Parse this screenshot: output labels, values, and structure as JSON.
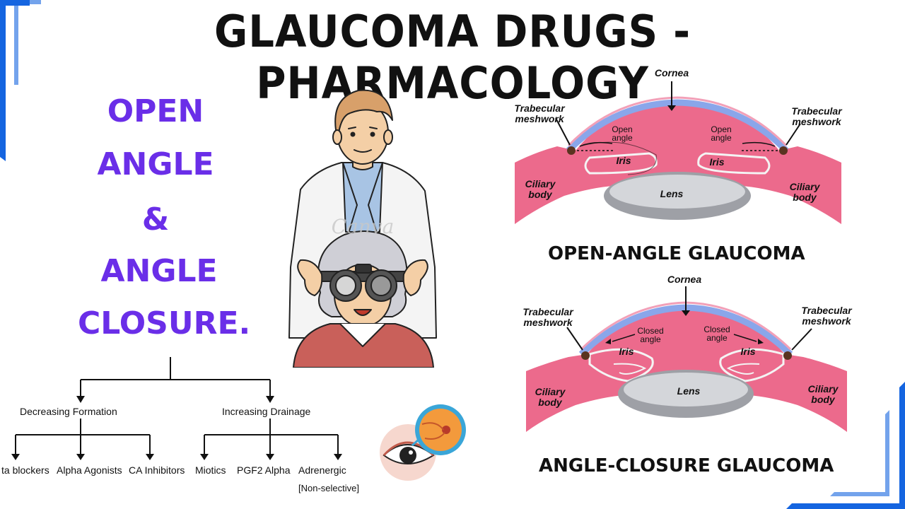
{
  "title": "GLAUCOMA DRUGS - PHARMACOLOGY",
  "left_words": [
    "OPEN",
    "ANGLE",
    "&",
    "ANGLE",
    "CLOSURE."
  ],
  "tree": {
    "branch_left": "Decreasing Formation",
    "branch_right": "Increasing Drainage",
    "leaves_left": [
      "ta blockers",
      "Alpha Agonists",
      "CA Inhibitors"
    ],
    "leaves_right": [
      "Miotics",
      "PGF2 Alpha",
      "Adrenergic"
    ],
    "leaf_note": "[Non-selective]"
  },
  "watermark": "Canva",
  "open_diagram": {
    "cornea": "Cornea",
    "trabecular": "Trabecular meshwork",
    "angle": "Open angle",
    "iris": "Iris",
    "lens": "Lens",
    "ciliary": "Ciliary body",
    "caption": "OPEN-ANGLE GLAUCOMA"
  },
  "closed_diagram": {
    "cornea": "Cornea",
    "trabecular": "Trabecular meshwork",
    "angle": "Closed angle",
    "iris": "Iris",
    "lens": "Lens",
    "ciliary": "Ciliary body",
    "caption": "ANGLE-CLOSURE GLAUCOMA"
  },
  "colors": {
    "accent_blue": "#1565e0",
    "title_purple": "#6a2ee8",
    "tissue_pink": "#ec6a8c",
    "cornea_blue": "#8aa6ea"
  }
}
